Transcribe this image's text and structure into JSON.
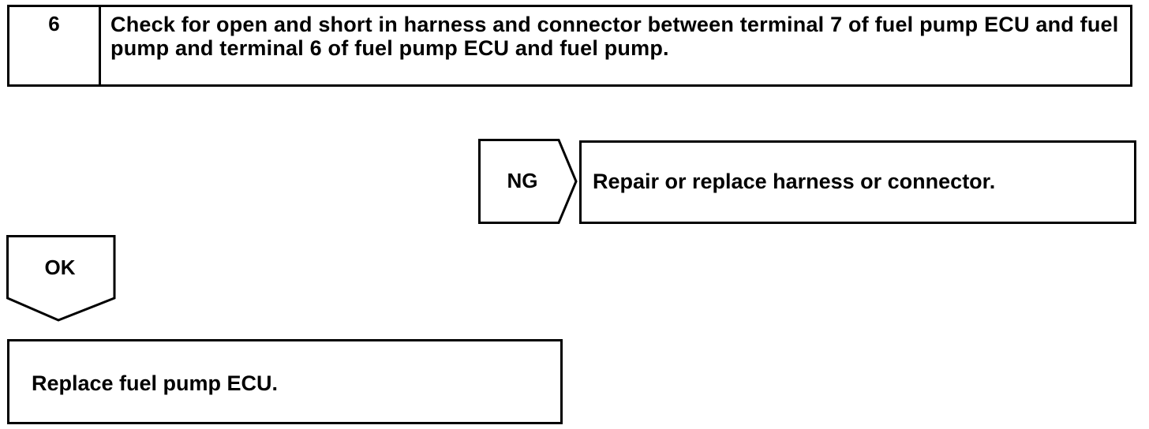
{
  "step": {
    "number": "6",
    "title": "Check for open and short in harness and connector between terminal 7 of fuel pump ECU and fuel pump and terminal 6 of fuel pump ECU and fuel pump."
  },
  "ng_branch": {
    "label": "NG",
    "action": "Repair or replace harness or connector."
  },
  "ok_branch": {
    "label": "OK",
    "action": "Replace fuel pump ECU."
  }
}
